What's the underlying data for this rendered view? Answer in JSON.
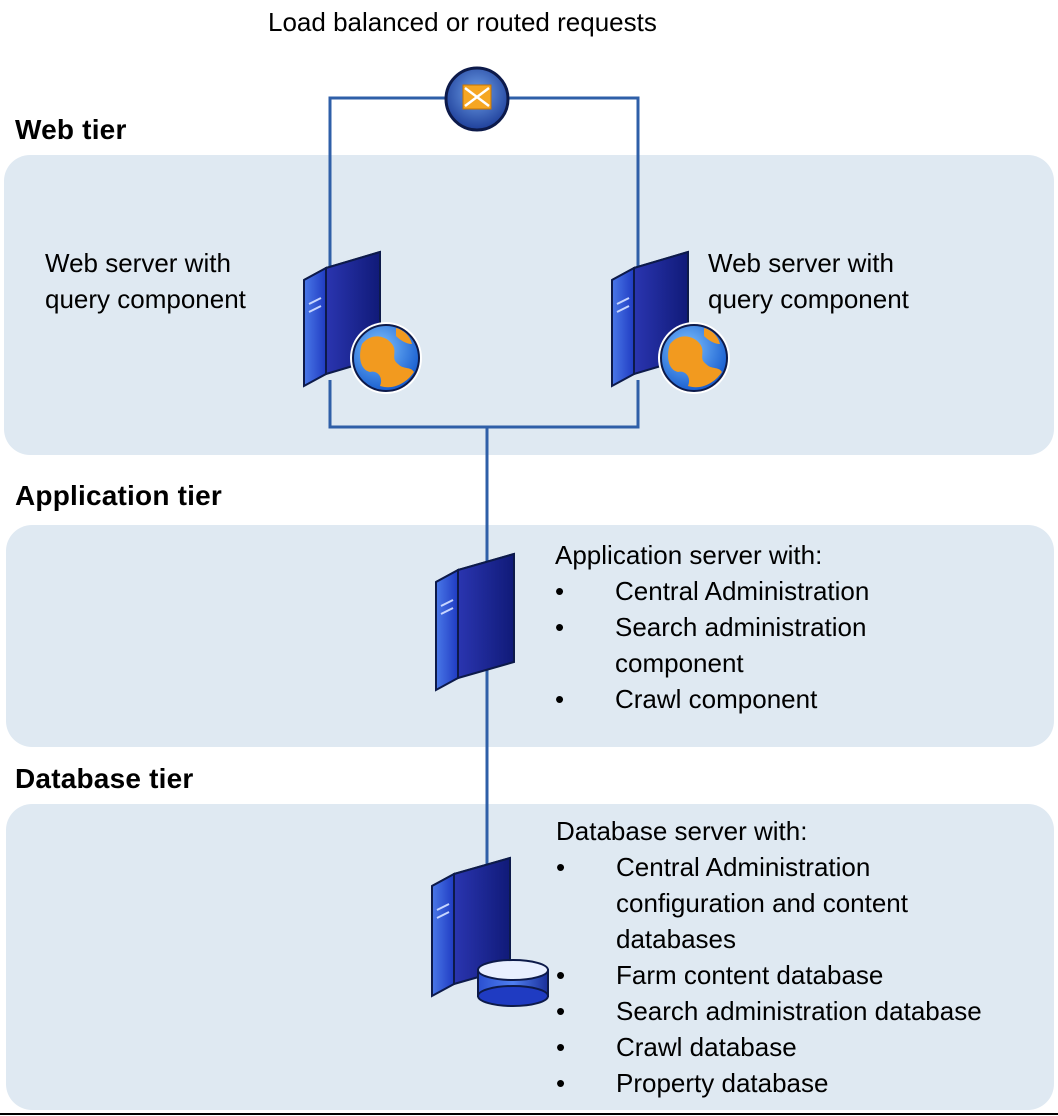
{
  "top_label": "Load balanced or routed requests",
  "web_tier": {
    "title": "Web tier",
    "left_server": {
      "line1": "Web server with",
      "line2": "query component"
    },
    "right_server": {
      "line1": "Web server with",
      "line2": "query component"
    }
  },
  "application_tier": {
    "title": "Application tier",
    "heading": "Application server with:",
    "items": [
      "Central Administration",
      "Search administration component",
      "Crawl component"
    ]
  },
  "database_tier": {
    "title": "Database tier",
    "heading": "Database server with:",
    "items": [
      "Central Administration configuration and content databases",
      "Farm content database",
      "Search administration database",
      "Crawl database",
      "Property database"
    ]
  },
  "colors": {
    "panel": "#dfe9f2",
    "connector": "#2f5fa8",
    "server_blue": "#1f2fb8",
    "globe_orange": "#f29a1f"
  },
  "icons": [
    "load-balancer-icon",
    "web-server-icon",
    "globe-icon",
    "server-icon",
    "database-icon"
  ]
}
